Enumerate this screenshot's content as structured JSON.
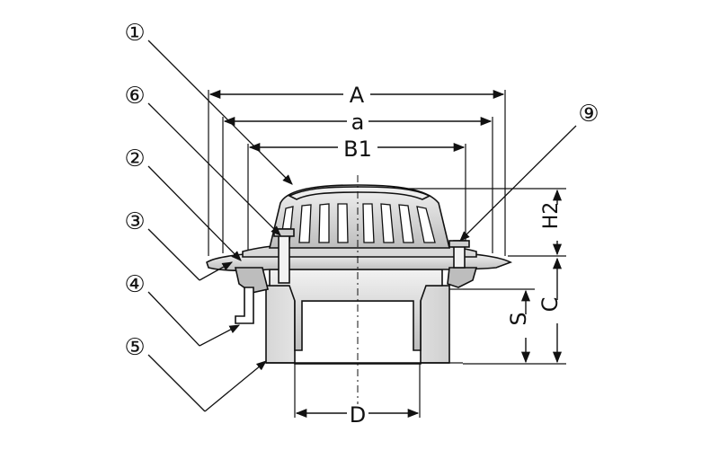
{
  "dimensions": {
    "A": "A",
    "a": "a",
    "B1": "B1",
    "H2": "H2",
    "C": "C",
    "S": "S",
    "D": "D"
  },
  "callouts": [
    "①",
    "⑥",
    "②",
    "③",
    "④",
    "⑤",
    "⑨"
  ],
  "colors": {
    "line": "#111111",
    "metal_light": "#e6e6e6",
    "metal_mid": "#c9c9c9",
    "metal_dark": "#9a9a9a"
  }
}
